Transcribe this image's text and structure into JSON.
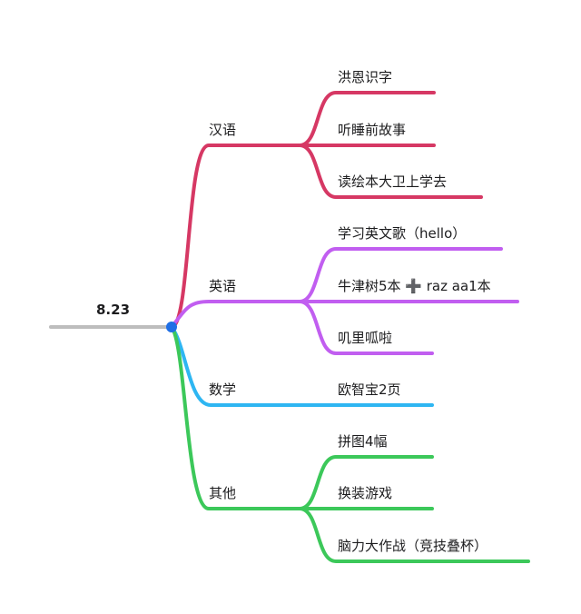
{
  "root": {
    "label": "8.23"
  },
  "branches": [
    {
      "label": "汉语",
      "color": "#d63864",
      "leaves": [
        "洪恩识字",
        "听睡前故事",
        "读绘本大卫上学去"
      ]
    },
    {
      "label": "英语",
      "color": "#c15ef0",
      "leaves": [
        "学习英文歌（hello）",
        "牛津树5本 ➕ raz aa1本",
        "叽里呱啦"
      ]
    },
    {
      "label": "数学",
      "color": "#2eb6f2",
      "leaves": [
        "欧智宝2页"
      ]
    },
    {
      "label": "其他",
      "color": "#3cc85a",
      "leaves": [
        "拼图4幅",
        "换装游戏",
        "脑力大作战（竞技叠杯）"
      ]
    }
  ],
  "colors": {
    "root_line": "#bdbdbd",
    "root_dot": "#1f6fe5"
  }
}
